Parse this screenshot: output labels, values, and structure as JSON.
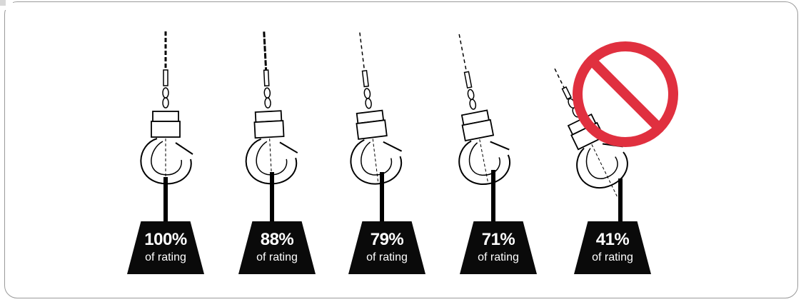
{
  "panels": [
    {
      "percent": "100%",
      "caption": "of rating"
    },
    {
      "percent": "88%",
      "caption": "of rating"
    },
    {
      "percent": "79%",
      "caption": "of rating"
    },
    {
      "percent": "71%",
      "caption": "of rating"
    },
    {
      "percent": "41%",
      "caption": "of rating"
    }
  ],
  "prohibited_index": 4,
  "colors": {
    "prohibit_red": "#e0303f",
    "weight": "#0a0a0a",
    "frame": "#9a9a9a"
  }
}
